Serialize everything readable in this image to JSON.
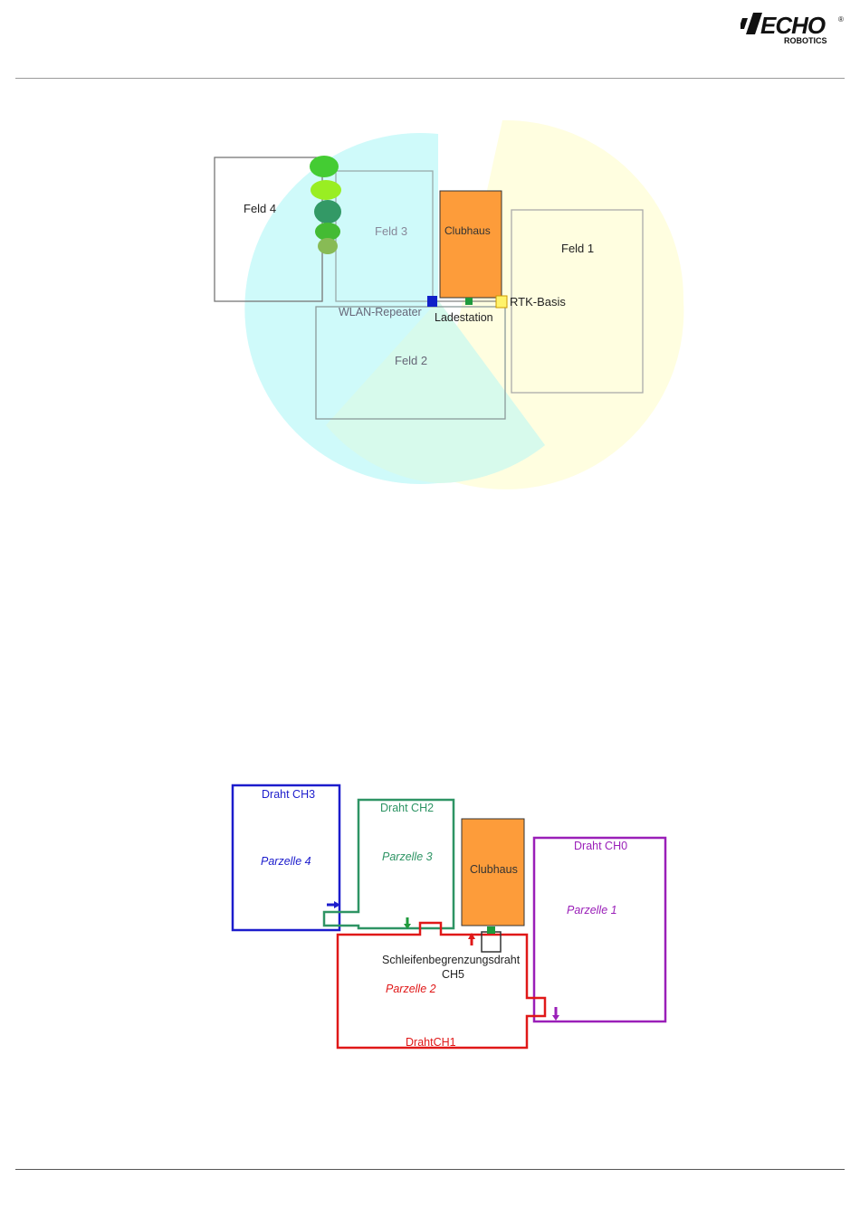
{
  "header": {
    "logo": {
      "brand": "ECHO",
      "sub": "ROBOTICS",
      "registered": "®"
    }
  },
  "site_map": {
    "fields": {
      "feld4": "Feld 4",
      "feld3": "Feld 3",
      "feld2": "Feld 2",
      "feld1": "Feld 1"
    },
    "clubhouse": "Clubhaus",
    "wlan_repeater": "WLAN-Repeater",
    "charging_station": "Ladestation",
    "rtk_base": "RTK-Basis",
    "colors": {
      "wlan_coverage": "#cffafa",
      "rtk_coverage": "#fffee0",
      "clubhouse": "#fd9c3a",
      "wlan_marker": "#1020c8",
      "station_marker": "#1f9a3c",
      "rtk_marker": "#fff36a"
    }
  },
  "wire_map": {
    "parcels": {
      "p4": {
        "wire": "Draht CH3",
        "parcel": "Parzelle 4",
        "color": "#1c1ccc"
      },
      "p3": {
        "wire": "Draht CH2",
        "parcel": "Parzelle 3",
        "color": "#2e9464"
      },
      "p1": {
        "wire": "Draht CH0",
        "parcel": "Parzelle 1",
        "color": "#9a1fb8"
      },
      "p2": {
        "wire": "DrahtCH1",
        "parcel": "Parzelle 2",
        "color": "#e01818"
      }
    },
    "clubhouse": "Clubhaus",
    "loop_wire": {
      "line1": "Schleifenbegrenzungsdraht",
      "line2": "CH5"
    }
  }
}
